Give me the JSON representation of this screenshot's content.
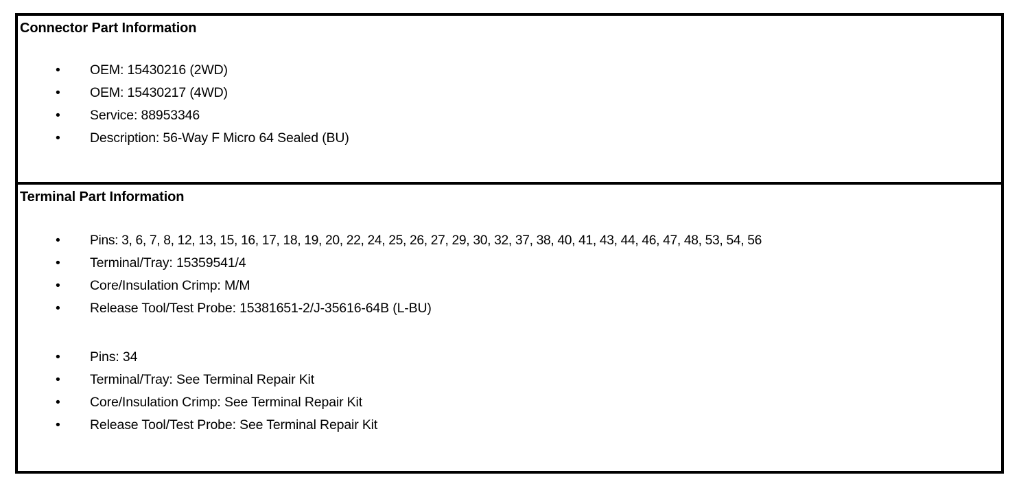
{
  "document": {
    "bullet_glyph": "•",
    "text_color": "#000000",
    "background_color": "#ffffff",
    "border_color": "#000000"
  },
  "panels": [
    {
      "id": "connector-part-information",
      "heading": "Connector Part Information",
      "groups": [
        {
          "items": [
            "OEM: 15430216 (2WD)",
            "OEM: 15430217 (4WD)",
            "Service: 88953346",
            "Description: 56-Way F Micro 64 Sealed (BU)"
          ]
        }
      ]
    },
    {
      "id": "terminal-part-information",
      "heading": "Terminal Part Information",
      "groups": [
        {
          "items": [
            "Pins: 3, 6, 7, 8, 12, 13, 15, 16, 17, 18, 19, 20, 22, 24, 25, 26, 27, 29, 30, 32, 37, 38, 40, 41, 43, 44, 46, 47, 48, 53, 54, 56",
            "Terminal/Tray: 15359541/4",
            "Core/Insulation Crimp: M/M",
            "Release Tool/Test Probe: 15381651-2/J-35616-64B (L-BU)"
          ]
        },
        {
          "items": [
            "Pins: 34",
            "Terminal/Tray: See Terminal Repair Kit",
            "Core/Insulation Crimp: See Terminal Repair Kit",
            "Release Tool/Test Probe: See Terminal Repair Kit"
          ]
        }
      ]
    }
  ]
}
